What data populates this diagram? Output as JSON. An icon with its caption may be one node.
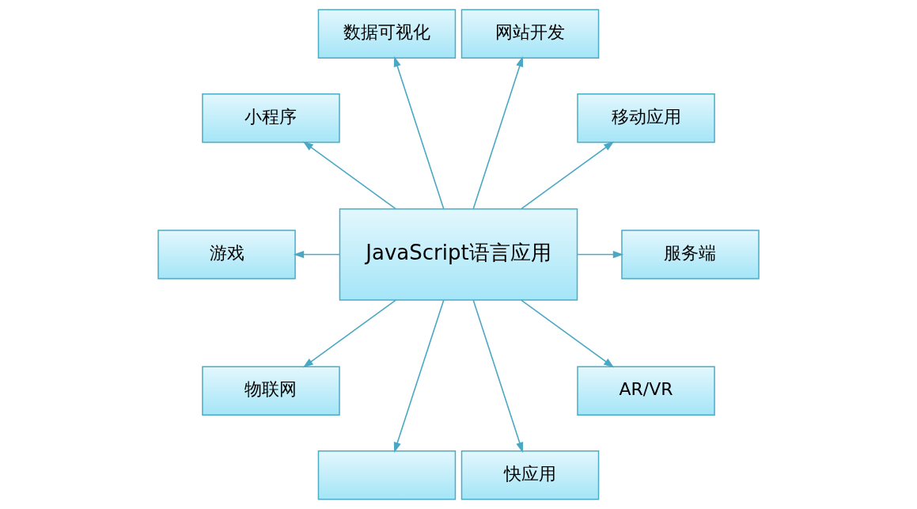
{
  "diagram": {
    "nodes": [
      {
        "text": [
          "数据可视化"
        ]
      },
      {
        "text": [
          "网站开发"
        ]
      },
      {
        "text": [
          "小程序"
        ]
      },
      {
        "text": [
          "移动应用"
        ]
      },
      {
        "text": [
          "游戏"
        ]
      },
      {
        "text": [
          "JavaScript语言应用"
        ]
      },
      {
        "text": [
          "服务端"
        ]
      },
      {
        "text": [
          "物联网"
        ]
      },
      {
        "text": [
          "AR/VR"
        ]
      },
      {
        "text": [],
        "shape": "box"
      },
      {
        "text": [
          "快应用"
        ]
      }
    ],
    "edges": [
      {
        "from": 5,
        "to": 6,
        "arrow": "to"
      },
      {
        "from": 5,
        "to": 3,
        "arrow": "to"
      },
      {
        "from": 5,
        "to": 1,
        "arrow": "to"
      },
      {
        "from": 5,
        "to": 0,
        "arrow": "to"
      },
      {
        "from": 5,
        "to": 2,
        "arrow": "to"
      },
      {
        "from": 5,
        "to": 4,
        "arrow": "to"
      },
      {
        "from": 5,
        "to": 7,
        "arrow": "to"
      },
      {
        "from": 5,
        "to": 9,
        "arrow": "to"
      },
      {
        "from": 5,
        "to": 10,
        "arrow": "to"
      },
      {
        "from": 5,
        "to": 8,
        "arrow": "to"
      }
    ]
  }
}
